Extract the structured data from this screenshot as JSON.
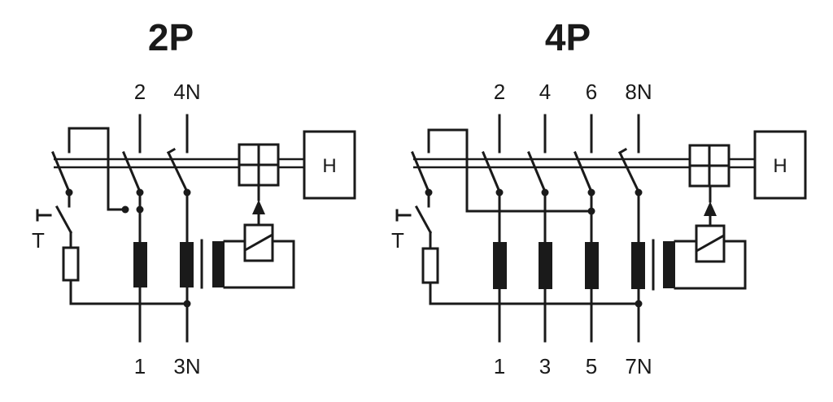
{
  "diagrams": [
    {
      "id": "2p",
      "title": "2P",
      "top_terminals": [
        "2",
        "4N"
      ],
      "bottom_terminals": [
        "1",
        "3N"
      ],
      "test_label": "T",
      "trip_unit_label": "H"
    },
    {
      "id": "4p",
      "title": "4P",
      "top_terminals": [
        "2",
        "4",
        "6",
        "8N"
      ],
      "bottom_terminals": [
        "1",
        "3",
        "5",
        "7N"
      ],
      "test_label": "T",
      "trip_unit_label": "H"
    }
  ],
  "colors": {
    "ink": "#1a1a1a",
    "background": "#ffffff"
  }
}
